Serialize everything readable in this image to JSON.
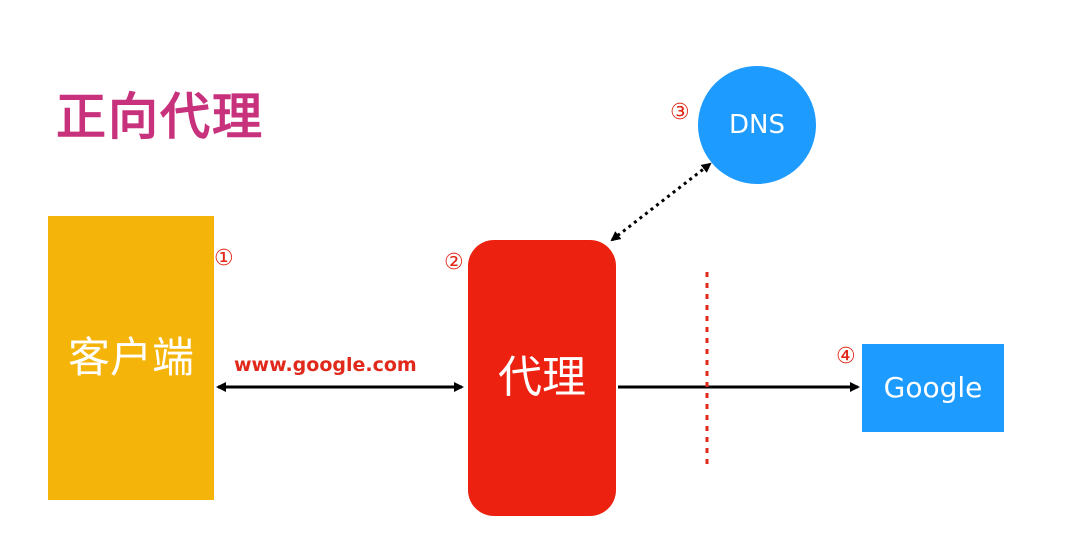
{
  "diagram": {
    "title": "正向代理",
    "client": {
      "label": "客户端",
      "number": "①",
      "color": "#f5b40a"
    },
    "proxy": {
      "label": "代理",
      "number": "②",
      "color": "#ec2110"
    },
    "dns": {
      "label": "DNS",
      "number": "③",
      "color": "#1e9bff"
    },
    "google": {
      "label": "Google",
      "number": "④",
      "color": "#1e9bff"
    },
    "connection_label": "www.google.com",
    "title_color": "#c8317b",
    "annotation_color": "#e0291a"
  }
}
